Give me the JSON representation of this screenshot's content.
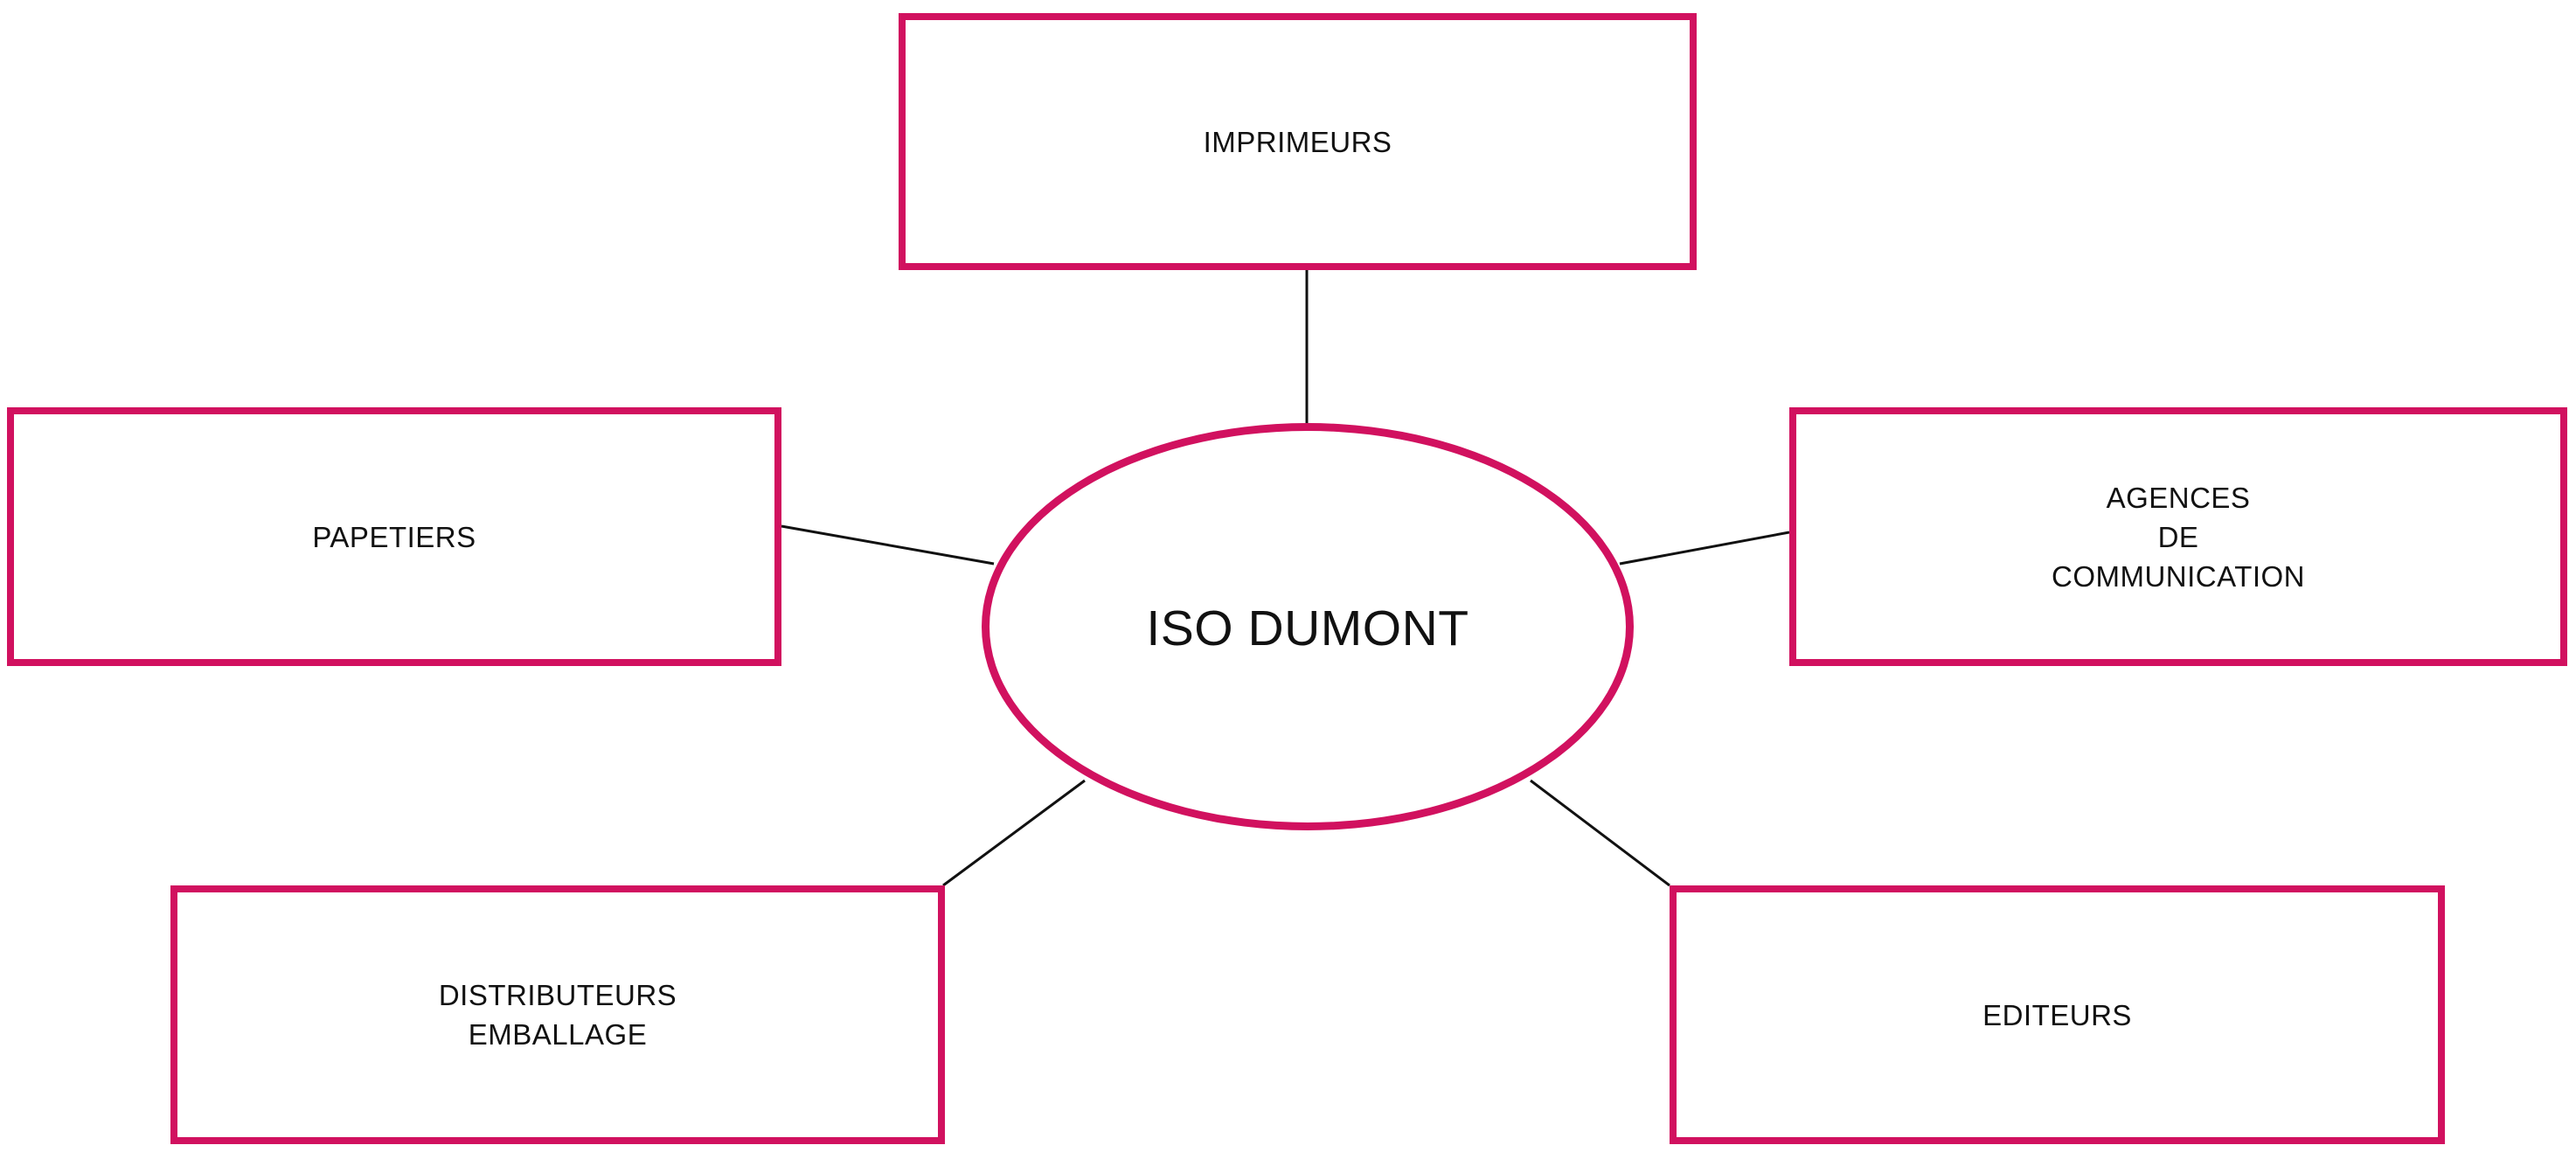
{
  "diagram": {
    "center": {
      "label": "ISO DUMONT"
    },
    "nodes": {
      "imprimeurs": {
        "label": "IMPRIMEURS"
      },
      "papetiers": {
        "label": "PAPETIERS"
      },
      "agences": {
        "label": "AGENCES\nDE\nCOMMUNICATION"
      },
      "distributeurs": {
        "label": "DISTRIBUTEURS\nEMBALLAGE"
      },
      "editeurs": {
        "label": "EDITEURS"
      }
    }
  },
  "colors": {
    "border": "#d1115f",
    "connector": "#111111",
    "background": "#ffffff",
    "text": "#111111"
  }
}
